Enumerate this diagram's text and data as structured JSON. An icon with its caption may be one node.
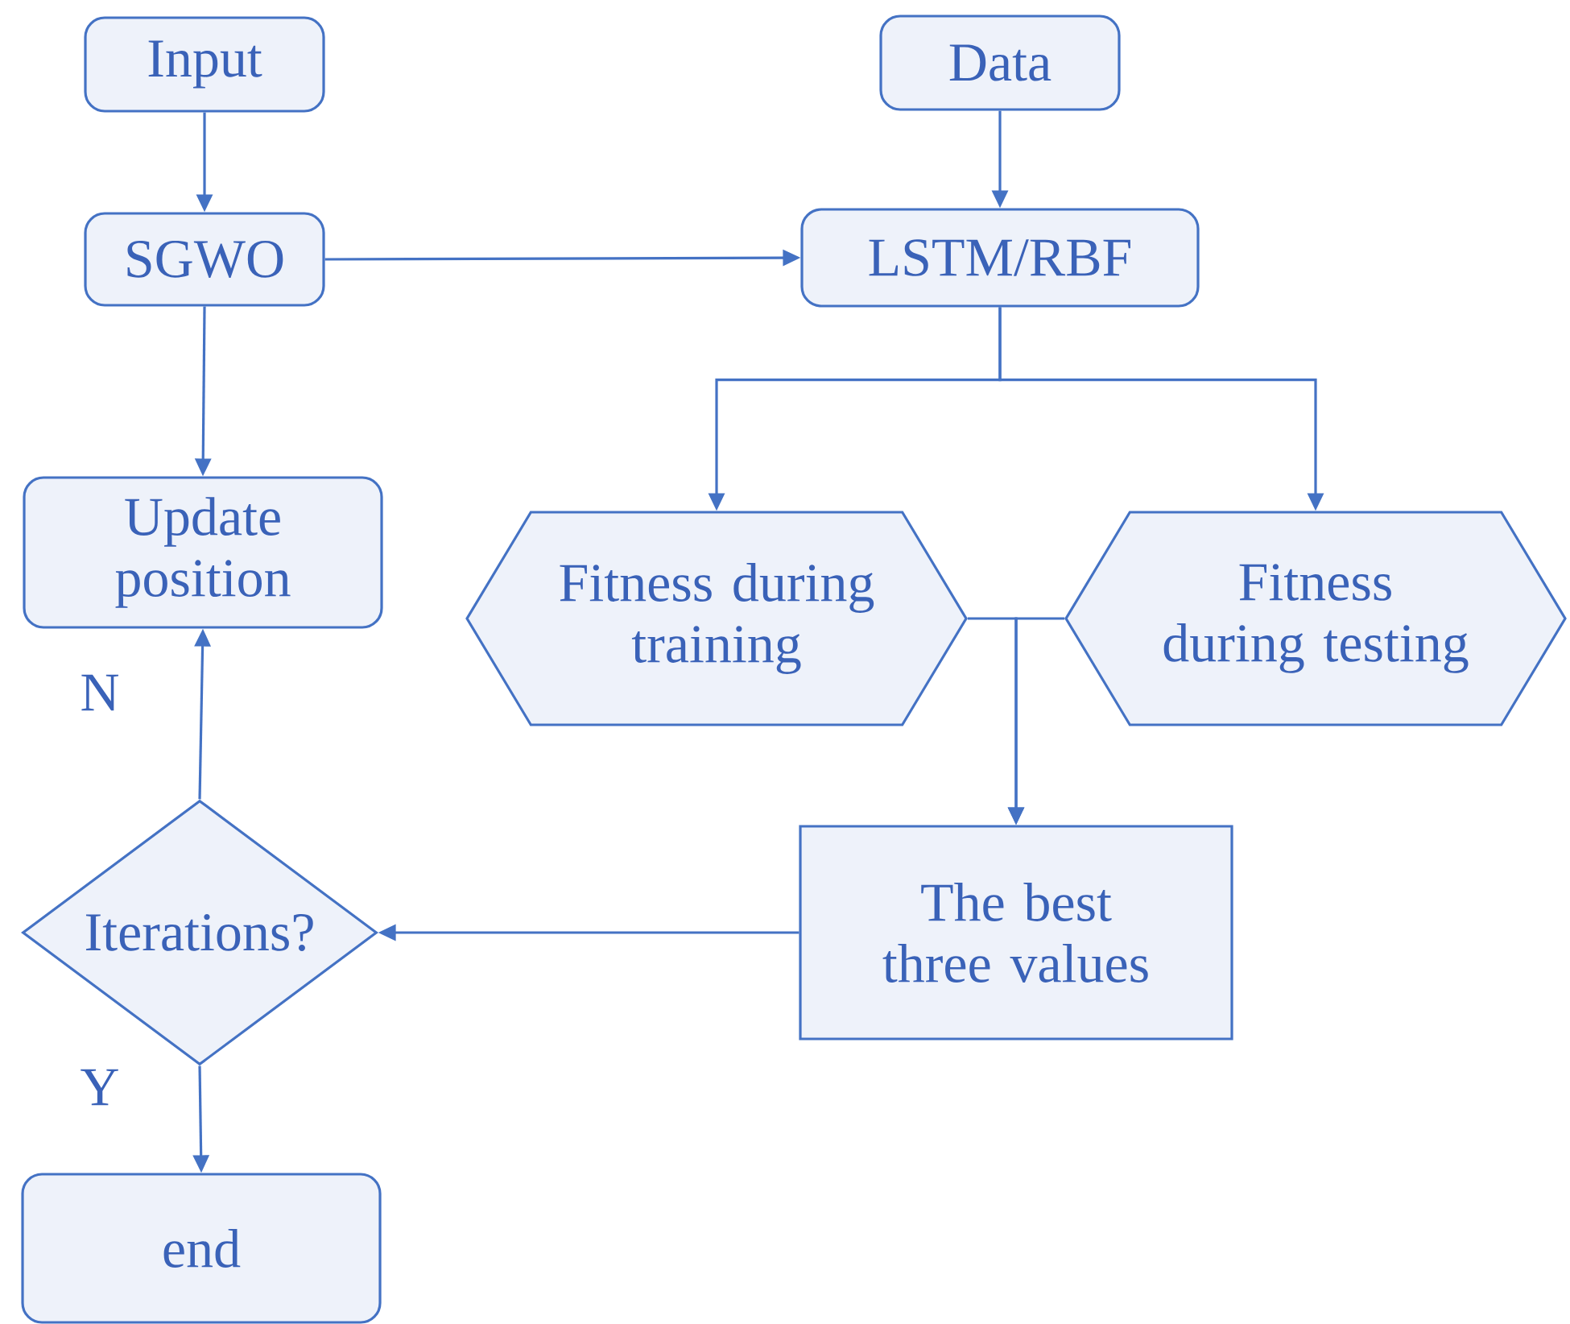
{
  "diagram": {
    "nodes": [
      {
        "text": [
          "Input"
        ]
      },
      {
        "text": [
          "Data"
        ]
      },
      {
        "text": [
          "SGWO"
        ]
      },
      {
        "text": [
          "LSTM/RBF"
        ]
      },
      {
        "text": [
          "Update position"
        ]
      },
      {
        "text": [
          "Fitness during training"
        ]
      },
      {
        "text": [
          "Fitness during testing"
        ]
      },
      {
        "text": [
          "The best three values"
        ]
      },
      {
        "text": [
          "Iterations?"
        ]
      },
      {
        "text": [
          "end"
        ]
      }
    ],
    "edges": [
      {
        "from": 0,
        "to": 2,
        "arrow": "to"
      },
      {
        "from": 1,
        "to": 3,
        "arrow": "to"
      },
      {
        "from": 2,
        "to": 3,
        "arrow": "to"
      },
      {
        "from": 2,
        "to": 4,
        "arrow": "to"
      },
      {
        "from": 3,
        "to": 5,
        "arrow": "to"
      },
      {
        "from": 3,
        "to": 6,
        "arrow": "to"
      },
      {
        "from": 5,
        "to": 7,
        "arrow": "to"
      },
      {
        "from": 6,
        "to": 7,
        "arrow": "to"
      },
      {
        "from": 7,
        "to": 8,
        "arrow": "to"
      },
      {
        "from": 8,
        "to": 4,
        "arrow": "to",
        "label": "N"
      },
      {
        "from": 8,
        "to": 9,
        "arrow": "to",
        "label": "Y"
      }
    ]
  }
}
